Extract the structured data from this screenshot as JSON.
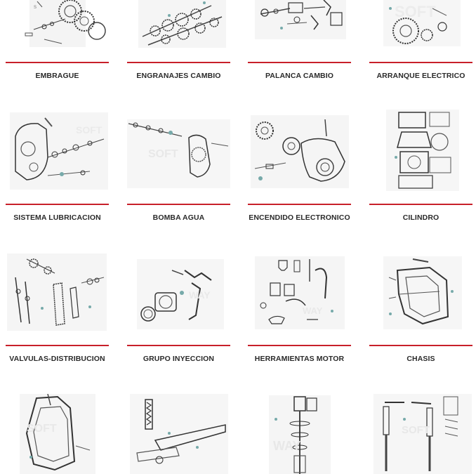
{
  "catalog": {
    "accent_color": "#c8202a",
    "items": [
      {
        "label": "EMBRAGUE",
        "icon": "clutch-diagram-icon"
      },
      {
        "label": "ENGRANAJES CAMBIO",
        "icon": "gearbox-diagram-icon"
      },
      {
        "label": "PALANCA CAMBIO",
        "icon": "shift-lever-diagram-icon"
      },
      {
        "label": "ARRANQUE ELECTRICO",
        "icon": "starter-diagram-icon"
      },
      {
        "label": "SISTEMA LUBRICACION",
        "icon": "lubrication-diagram-icon"
      },
      {
        "label": "BOMBA AGUA",
        "icon": "water-pump-diagram-icon"
      },
      {
        "label": "ENCENDIDO ELECTRONICO",
        "icon": "ignition-diagram-icon"
      },
      {
        "label": "CILINDRO",
        "icon": "cylinder-diagram-icon"
      },
      {
        "label": "VALVULAS-DISTRIBUCION",
        "icon": "valves-diagram-icon"
      },
      {
        "label": "GRUPO INYECCION",
        "icon": "injection-diagram-icon"
      },
      {
        "label": "HERRAMIENTAS MOTOR",
        "icon": "tools-diagram-icon"
      },
      {
        "label": "CHASIS",
        "icon": "chassis-diagram-icon"
      },
      {
        "label": "",
        "icon": "frame-diagram-icon"
      },
      {
        "label": "",
        "icon": "swingarm-diagram-icon"
      },
      {
        "label": "",
        "icon": "shock-absorber-diagram-icon"
      },
      {
        "label": "",
        "icon": "fork-diagram-icon"
      }
    ]
  }
}
